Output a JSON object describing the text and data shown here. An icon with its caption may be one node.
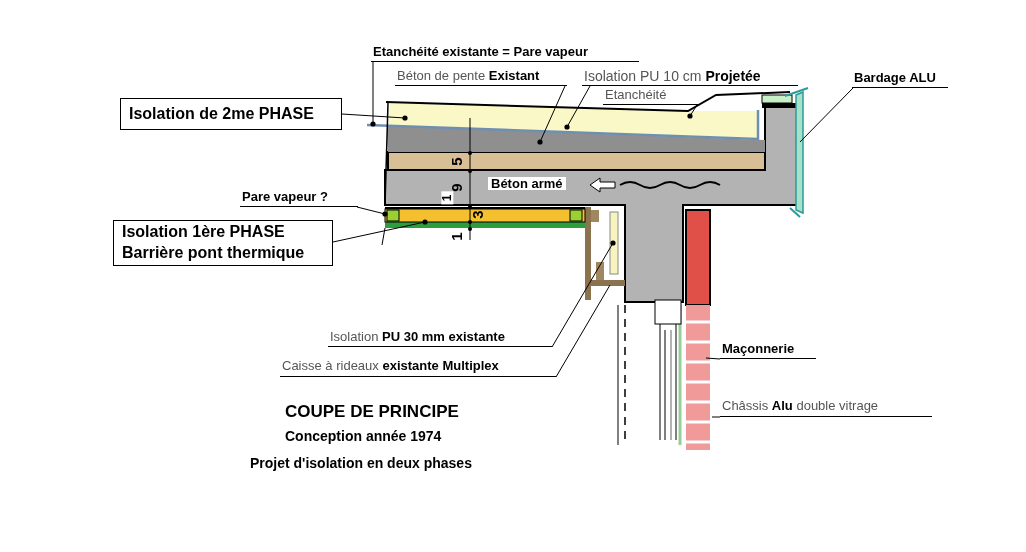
{
  "diagram": {
    "title": "COUPE DE PRINCIPE",
    "nodes": [
      {
        "text": [
          "Etanchéité existante = Pare vapeur"
        ]
      },
      {
        "text": [
          "Béton de pente **Existant**"
        ]
      },
      {
        "text": [
          "Isolation PU 10 cm **Projetée**"
        ]
      },
      {
        "text": [
          "Etanchéité"
        ]
      },
      {
        "text": [
          "Bardage ALU"
        ]
      },
      {
        "text": [
          "Isolation de 2me PHASE"
        ]
      },
      {
        "text": [
          "Pare vapeur ?"
        ]
      },
      {
        "text": [
          "Isolation 1ère PHASE",
          "Barrière pont thermique"
        ]
      },
      {
        "text": [
          "Isolation **PU 30 mm existante**"
        ]
      },
      {
        "text": [
          "Caisse à rideaux **existante Multiplex**"
        ]
      },
      {
        "text": [
          "Maçonnerie"
        ]
      },
      {
        "text": [
          "Châssis **Alu** double vitrage"
        ]
      },
      {
        "text": [],
        "shape": "bar"
      }
    ],
    "edges": [
      {
        "from": 0,
        "to": null,
        "arrow": "other"
      },
      {
        "from": 1,
        "to": null,
        "arrow": "other"
      },
      {
        "from": 2,
        "to": null,
        "arrow": "other"
      },
      {
        "from": 3,
        "to": null,
        "arrow": "other"
      },
      {
        "from": 4,
        "to": null,
        "arrow": "none"
      },
      {
        "from": 5,
        "to": null,
        "arrow": "other"
      },
      {
        "from": 6,
        "to": 12,
        "arrow": "other"
      },
      {
        "from": 7,
        "to": 12,
        "arrow": "other"
      },
      {
        "from": 8,
        "to": null,
        "arrow": "other"
      },
      {
        "from": 9,
        "to": null,
        "arrow": "none"
      },
      {
        "from": 10,
        "to": null,
        "arrow": "none"
      },
      {
        "from": 11,
        "to": null,
        "arrow": "none"
      }
    ],
    "labels": [
      "Béton armé",
      "5",
      "9",
      "1",
      "3",
      "1",
      "Conception année 1974",
      "Projet d'isolation en deux phases"
    ]
  }
}
